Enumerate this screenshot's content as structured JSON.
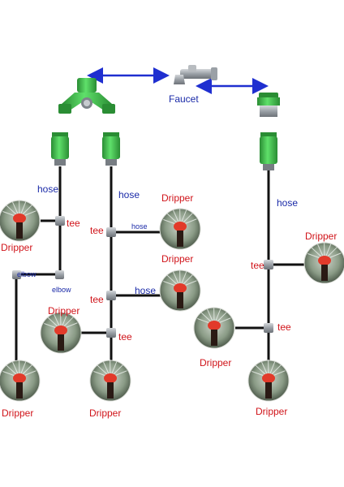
{
  "labels": {
    "faucet": "Faucet",
    "hose": "hose",
    "tee": "tee",
    "elbow": "elbow",
    "dripper": "Dripper"
  },
  "colors": {
    "pipe": "#111111",
    "fitting_green": "#3fc84a",
    "fitting_dark": "#2a8d34",
    "tee_grey": "#8a8f95",
    "arrow_blue": "#1f2fd0",
    "label_red": "#d0141a",
    "label_blue": "#1a2aa8"
  },
  "icons": [
    "y-splitter-icon",
    "faucet-icon",
    "faucet-adapter-icon",
    "hose-connector-icon",
    "tee-icon",
    "elbow-icon",
    "dripper-icon",
    "double-arrow-icon"
  ]
}
